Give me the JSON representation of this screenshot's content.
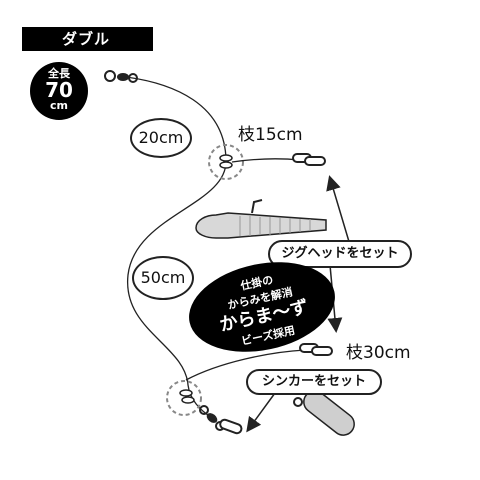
{
  "header": {
    "title": "ダブル"
  },
  "total_length": {
    "label": "全長",
    "value": "70",
    "unit": "cm"
  },
  "segments": {
    "upper": "20cm",
    "lower": "50cm"
  },
  "branches": {
    "upper": "枝15cm",
    "lower": "枝30cm"
  },
  "callouts": {
    "jig_head": "ジグヘッドをセット",
    "sinker": "シンカーをセット"
  },
  "bead_badge": {
    "line1": "仕掛の",
    "line2": "からみを解消",
    "line3": "からま～ず",
    "line4": "ビーズ採用"
  },
  "colors": {
    "ink": "#111111",
    "badge": "#000000",
    "lure": "#d8d8d8"
  }
}
